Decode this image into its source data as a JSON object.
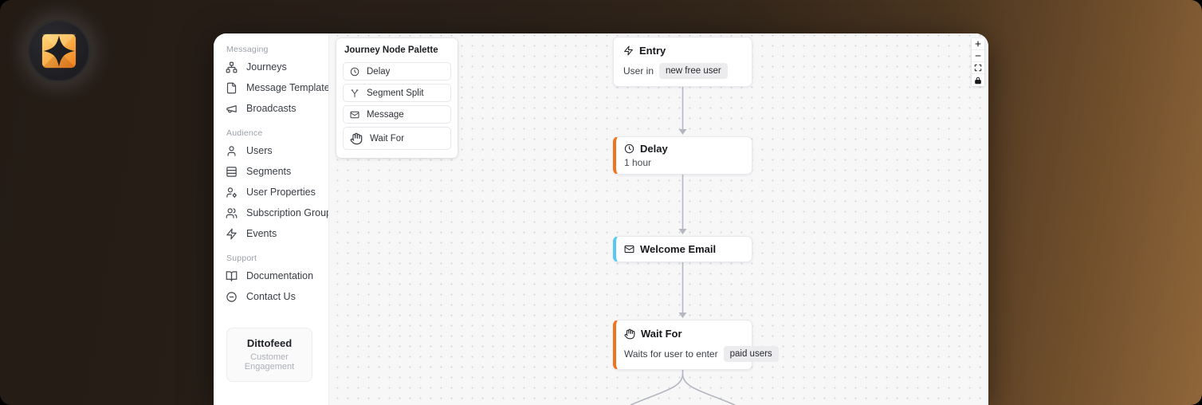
{
  "app": {
    "logo_name": "dittofeed-logo"
  },
  "colors": {
    "accent_orange": "#ee7420",
    "accent_cyan": "#56c8f2",
    "edge_gray": "#b4b6c0",
    "logo_orange_light": "#ffd57a",
    "logo_orange_dark": "#ef7d1d",
    "desktop_left": "#241b15",
    "desktop_right": "#8f6639",
    "canvas_bg": "#f7f7f8"
  },
  "sidebar": {
    "sections": [
      {
        "label": "Messaging",
        "items": [
          {
            "label": "Journeys",
            "icon": "journeys-icon"
          },
          {
            "label": "Message Templates",
            "icon": "message-templates-icon"
          },
          {
            "label": "Broadcasts",
            "icon": "broadcasts-icon"
          }
        ]
      },
      {
        "label": "Audience",
        "items": [
          {
            "label": "Users",
            "icon": "users-icon"
          },
          {
            "label": "Segments",
            "icon": "segments-icon"
          },
          {
            "label": "User Properties",
            "icon": "user-properties-icon"
          },
          {
            "label": "Subscription Groups",
            "icon": "subscription-groups-icon"
          },
          {
            "label": "Events",
            "icon": "events-icon"
          }
        ]
      },
      {
        "label": "Support",
        "items": [
          {
            "label": "Documentation",
            "icon": "documentation-icon"
          },
          {
            "label": "Contact Us",
            "icon": "contact-us-icon"
          }
        ]
      }
    ],
    "brand": {
      "name": "Dittofeed",
      "subtitle": "Customer Engagement"
    }
  },
  "palette": {
    "title": "Journey Node Palette",
    "items": [
      {
        "label": "Delay",
        "icon": "clock-icon"
      },
      {
        "label": "Segment Split",
        "icon": "split-icon"
      },
      {
        "label": "Message",
        "icon": "mail-icon"
      },
      {
        "label": "Wait For",
        "icon": "hand-icon"
      }
    ]
  },
  "canvas": {
    "nodes": [
      {
        "title": "Entry",
        "icon": "bolt-icon",
        "body_prefix": "User in",
        "badge": "new free user",
        "accent": "none"
      },
      {
        "title": "Delay",
        "icon": "clock-icon",
        "body": "1 hour",
        "accent": "accent_orange"
      },
      {
        "title": "Welcome Email",
        "icon": "mail-icon",
        "accent": "accent_cyan"
      },
      {
        "title": "Wait For",
        "icon": "hand-icon",
        "body_prefix": "Waits for user to enter",
        "badge": "paid users",
        "accent": "accent_orange"
      }
    ],
    "controls": [
      {
        "name": "zoom-in-icon"
      },
      {
        "name": "zoom-out-icon"
      },
      {
        "name": "fit-view-icon"
      },
      {
        "name": "lock-icon"
      }
    ]
  }
}
